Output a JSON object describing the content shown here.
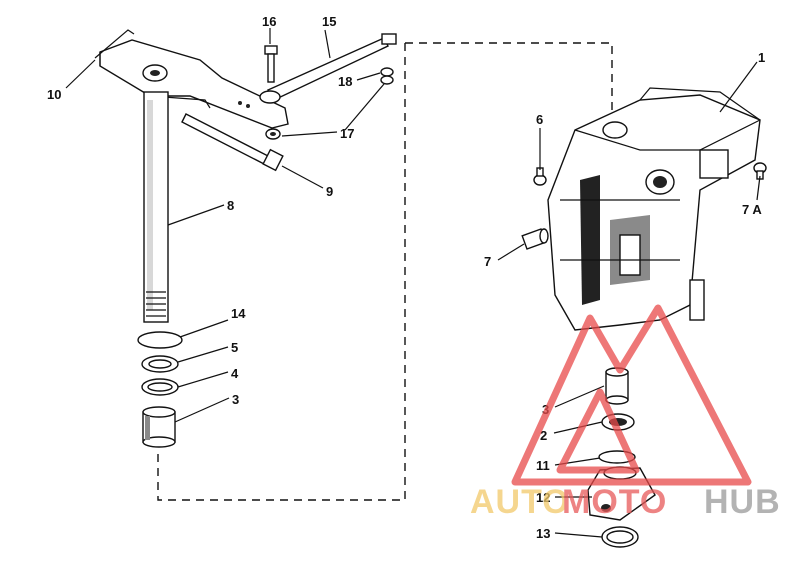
{
  "callouts": {
    "c1": "1",
    "c2": "2",
    "c3a": "3",
    "c3b": "3",
    "c4": "4",
    "c5": "5",
    "c6": "6",
    "c7": "7",
    "c7a": "7 A",
    "c8": "8",
    "c9": "9",
    "c10": "10",
    "c11": "11",
    "c12": "12",
    "c13": "13",
    "c14": "14",
    "c15": "15",
    "c16": "16",
    "c17": "17",
    "c18": "18"
  },
  "watermark": {
    "part1": "AUTO",
    "part2": "MOTO",
    "part3": "HUB",
    "color_auto": "#f2c96a",
    "color_moto": "#e85a5a",
    "color_hub": "#9a9a9a",
    "color_triangle": "#e84a4a"
  }
}
